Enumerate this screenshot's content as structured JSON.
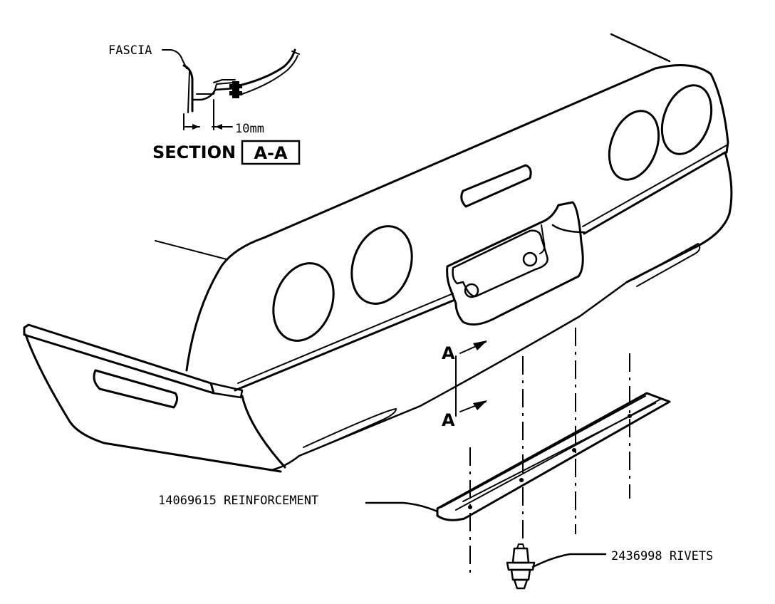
{
  "labels": {
    "fascia": "FASCIA",
    "dimension": "10mm",
    "section_word": "SECTION",
    "section_id": "A-A",
    "cut_marker_top": "A",
    "cut_marker_bottom": "A",
    "reinforcement": "14069615 REINFORCEMENT",
    "rivets": "2436998 RIVETS"
  },
  "icons": {
    "fascia_body": "rear-bumper-fascia-drawing",
    "section_detail": "section-a-a-detail",
    "reinforcement_part": "reinforcement-bar",
    "rivet_part": "rivet-icon"
  },
  "colors": {
    "ink": "#000000",
    "paper": "#ffffff"
  }
}
